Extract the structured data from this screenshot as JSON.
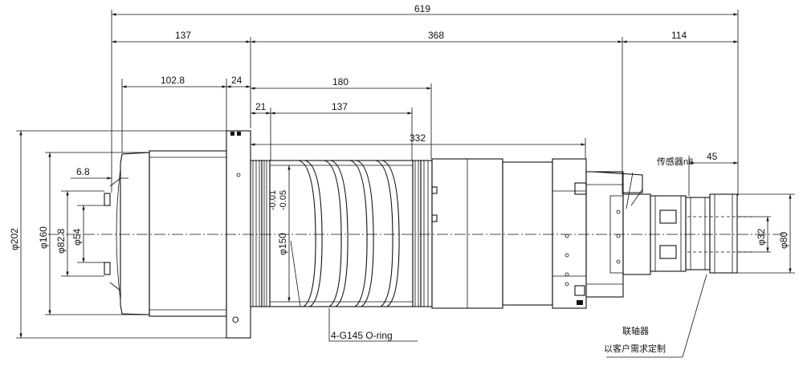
{
  "dimensions": {
    "overall_length": "619",
    "front_length": "137",
    "middle_length": "368",
    "rear_length": "114",
    "nose_length": "102.8",
    "flange_thickness": "24",
    "sleeve_length": "180",
    "sleeve_offset": "21",
    "groove_span": "137",
    "body_length": "332",
    "sensor_offset": "45",
    "nose_step": "6.8",
    "dia_202": "φ202",
    "dia_160": "φ160",
    "dia_82_8": "φ82.8",
    "dia_54": "φ54",
    "dia_150": "φ150",
    "tol_upper": "-0.01",
    "tol_lower": "-0.05",
    "dia_32": "φ32",
    "dia_80": "φ80",
    "sensor_label": "传感器n8"
  },
  "notes": {
    "oring": "4-G145 O-ring",
    "coupling_title": "联轴器",
    "coupling_note": "以客户需求定制",
    "flange_mark": "O"
  }
}
